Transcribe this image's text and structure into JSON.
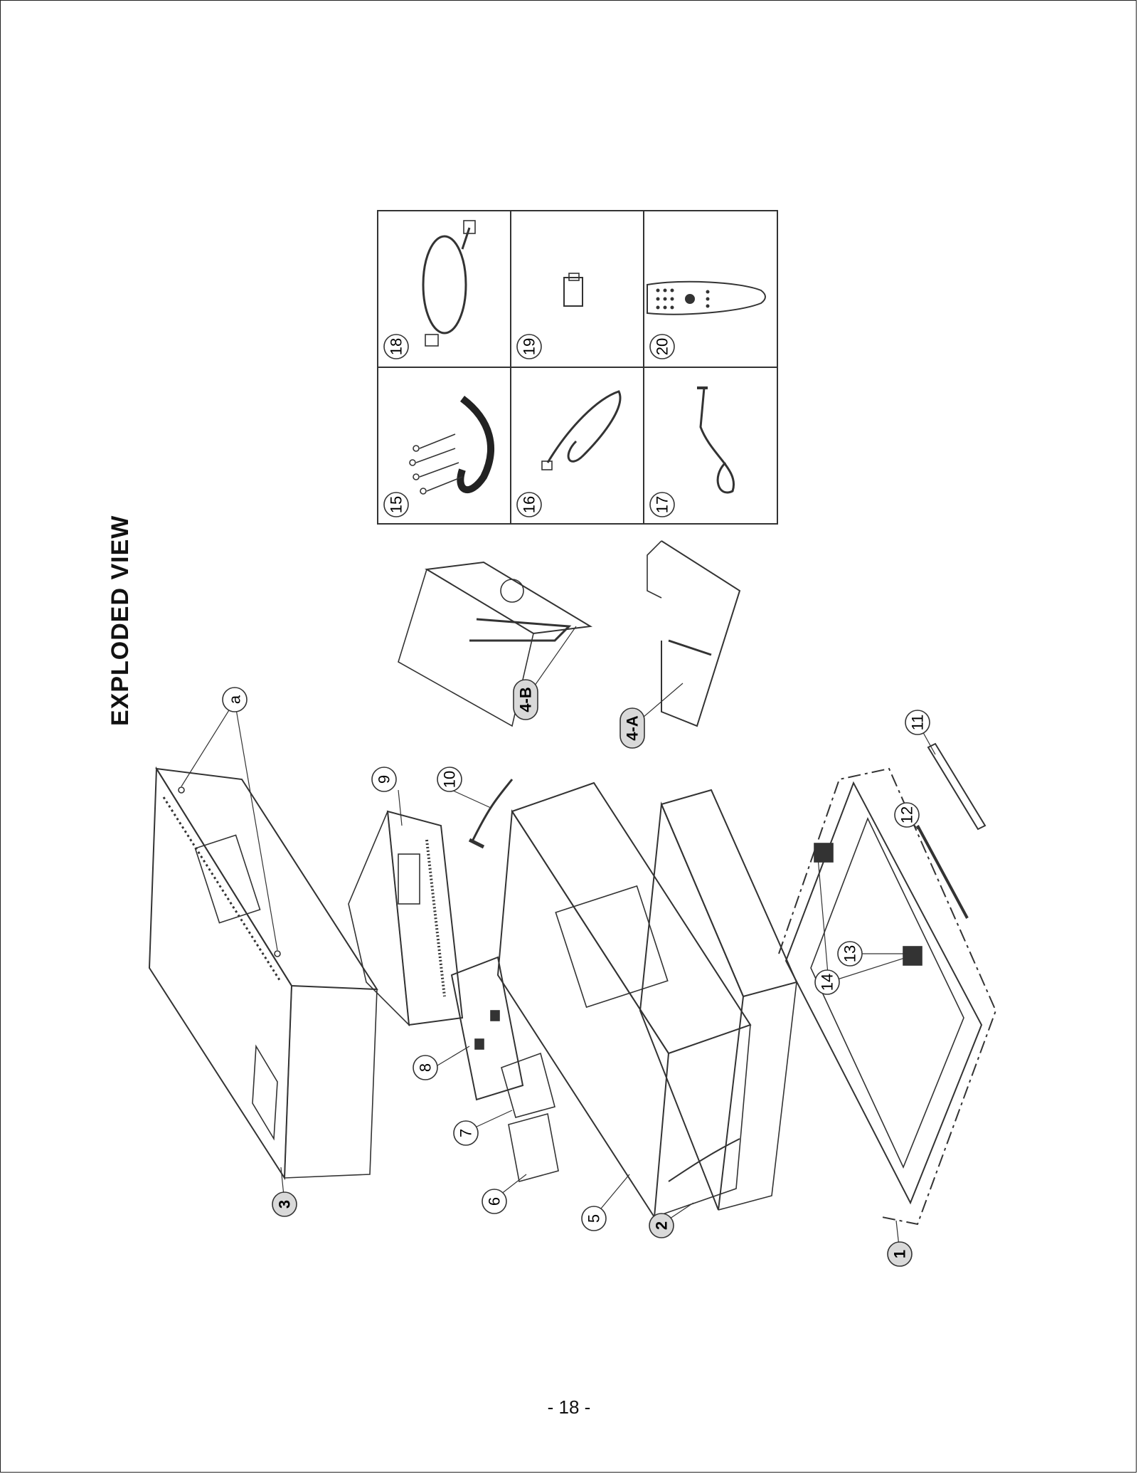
{
  "title": "EXPLODED VIEW",
  "page_number": "- 18 -",
  "callouts": [
    {
      "id": "1",
      "style": "filled"
    },
    {
      "id": "2",
      "style": "filled"
    },
    {
      "id": "3",
      "style": "filled"
    },
    {
      "id": "4-A",
      "style": "filled"
    },
    {
      "id": "4-B",
      "style": "filled"
    },
    {
      "id": "5",
      "style": "outline"
    },
    {
      "id": "6",
      "style": "outline"
    },
    {
      "id": "7",
      "style": "outline"
    },
    {
      "id": "8",
      "style": "outline"
    },
    {
      "id": "9",
      "style": "outline"
    },
    {
      "id": "10",
      "style": "outline"
    },
    {
      "id": "11",
      "style": "outline"
    },
    {
      "id": "12",
      "style": "outline"
    },
    {
      "id": "13",
      "style": "outline"
    },
    {
      "id": "14",
      "style": "outline"
    },
    {
      "id": "a",
      "style": "outline"
    }
  ],
  "accessory_grid": [
    {
      "id": "15"
    },
    {
      "id": "16"
    },
    {
      "id": "17"
    },
    {
      "id": "18"
    },
    {
      "id": "19"
    },
    {
      "id": "20"
    }
  ],
  "colors": {
    "line": "#333333",
    "filled_callout": "#d9d9d9"
  }
}
